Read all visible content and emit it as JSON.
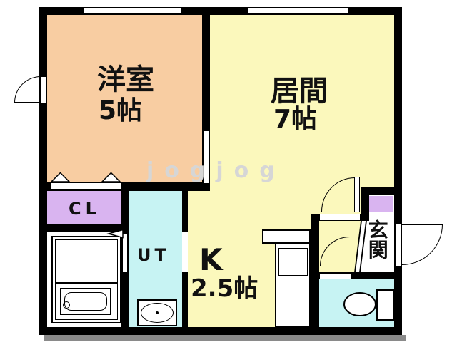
{
  "watermark": {
    "text": "jogjog"
  },
  "colors": {
    "western_room_fill": "#F8CDA2",
    "living_kitchen_fill": "#FBF8BC",
    "closet_fill": "#D9B4F0",
    "wet_area_fill": "#C7F3F3",
    "wall": "#000000",
    "shadow": "#8A8A8A",
    "label_text": "#111111",
    "watermark_text": "#D6D6D6"
  },
  "rooms": {
    "western": {
      "name": "洋室",
      "size": "5帖"
    },
    "living": {
      "name": "居間",
      "size": "7帖"
    },
    "kitchen": {
      "name": "K",
      "size": "2.5帖"
    },
    "closet": {
      "label": "CL"
    },
    "utility": {
      "label": "UT"
    },
    "entrance": {
      "label": "玄関"
    }
  },
  "fixtures": [
    "bathtub-icon",
    "bath-drain-icon",
    "washbasin-icon",
    "toilet-icon",
    "kitchen-counter-icon",
    "kitchen-sink-icon",
    "shoe-cabinet",
    "window-icon",
    "door-swing-arc-icon",
    "sliding-door-icon",
    "closet-door-triangle-icon",
    "folding-door-triangle-icon"
  ]
}
